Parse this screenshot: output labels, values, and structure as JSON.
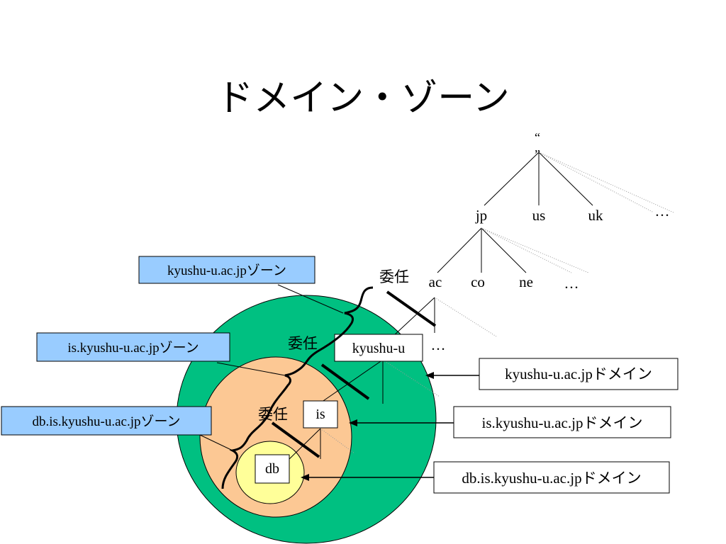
{
  "title": "ドメイン・ゾーン",
  "tree": {
    "root": "“\n”",
    "root_open": "“",
    "root_close": "”",
    "tld": [
      "jp",
      "us",
      "uk",
      "…"
    ],
    "sld": [
      "ac",
      "co",
      "ne",
      "…"
    ],
    "third": [
      "kyushu-u",
      "…"
    ],
    "fourth": "is",
    "fifth": "db"
  },
  "delegation_label": "委任",
  "zones": [
    "kyushu-u.ac.jpゾーン",
    "is.kyushu-u.ac.jpゾーン",
    "db.is.kyushu-u.ac.jpゾーン"
  ],
  "domains": [
    "kyushu-u.ac.jpドメイン",
    "is.kyushu-u.ac.jpドメイン",
    "db.is.kyushu-u.ac.jpドメイン"
  ],
  "colors": {
    "outer_zone": "#00c081",
    "middle_zone": "#fcc894",
    "inner_zone": "#ffff99",
    "zone_label_bg": "#99ccff"
  }
}
